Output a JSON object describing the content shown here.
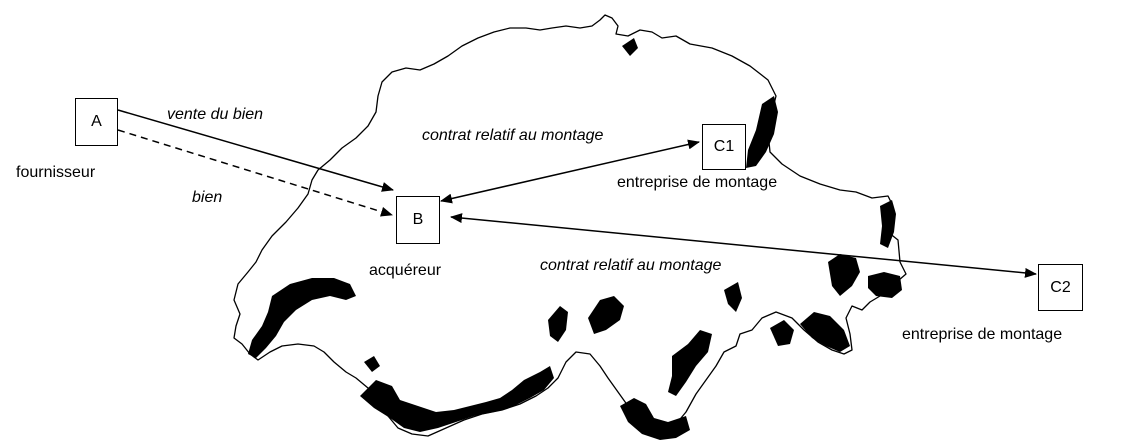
{
  "nodes": {
    "a": {
      "letter": "A",
      "caption": "fournisseur"
    },
    "b": {
      "letter": "B",
      "caption": "acquéreur"
    },
    "c1": {
      "letter": "C1",
      "caption": "entreprise de montage"
    },
    "c2": {
      "letter": "C2",
      "caption": "entreprise de montage"
    }
  },
  "edges": {
    "sale": "vente du bien",
    "goods": "bien",
    "contract_c1": "contrat relatif au montage",
    "contract_c2": "contrat relatif au montage"
  },
  "background": {
    "map": "switzerland-outline",
    "lake_color": "#000000"
  }
}
